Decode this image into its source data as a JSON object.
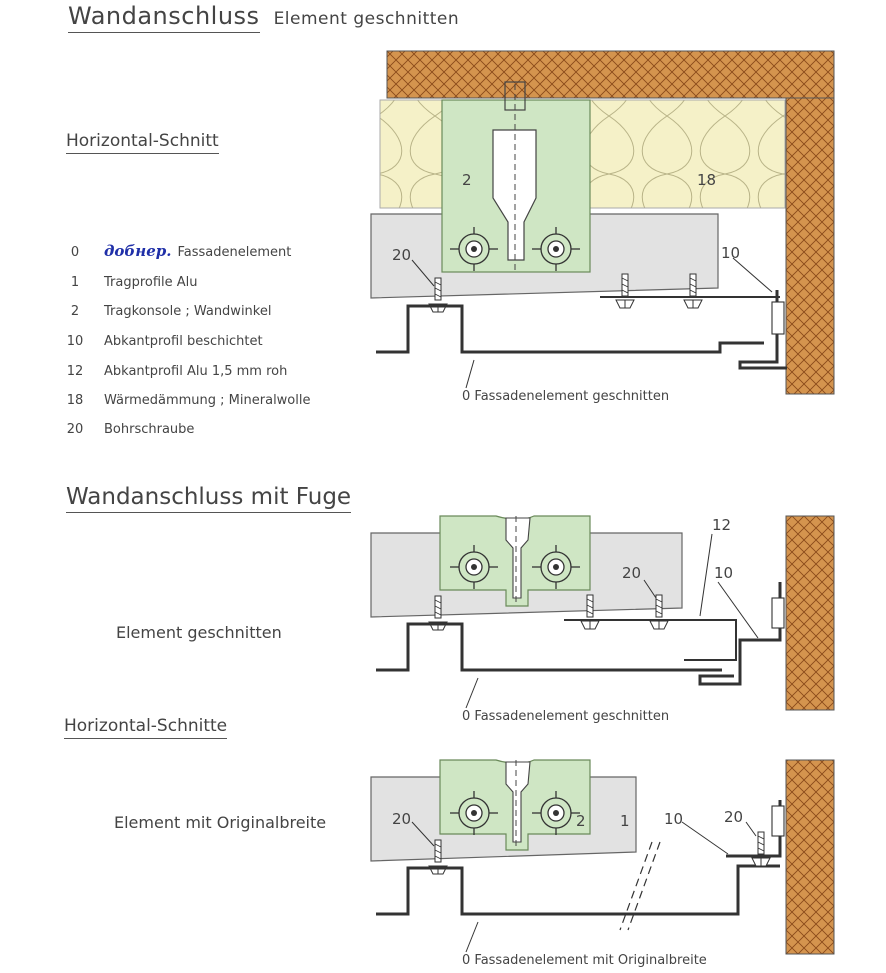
{
  "header": {
    "title": "Wandanschluss",
    "subtitle": "Element geschnitten"
  },
  "section1": {
    "heading": "Horizontal-Schnitt"
  },
  "legend": {
    "brand": "добнер.",
    "items": [
      {
        "num": "0",
        "label": "Fassadenelement"
      },
      {
        "num": "1",
        "label": "Tragprofile Alu"
      },
      {
        "num": "2",
        "label": "Tragkonsole ; Wandwinkel"
      },
      {
        "num": "10",
        "label": "Abkantprofil beschichtet"
      },
      {
        "num": "12",
        "label": "Abkantprofil Alu 1,5 mm roh"
      },
      {
        "num": "18",
        "label": "Wärmedämmung ; Mineralwolle"
      },
      {
        "num": "20",
        "label": "Bohrschraube"
      }
    ]
  },
  "section2": {
    "heading": "Wandanschluss mit Fuge",
    "caption": "Element geschnitten"
  },
  "section3": {
    "heading": "Horizontal-Schnitte",
    "caption": "Element mit Originalbreite"
  },
  "drawing1": {
    "labels": {
      "n2": "2",
      "n18": "18",
      "n20": "20",
      "n10": "10",
      "n0": "0 Fassadenelement geschnitten"
    }
  },
  "drawing2": {
    "labels": {
      "n12": "12",
      "n10": "10",
      "n20": "20",
      "n0": "0 Fassadenelement geschnitten"
    }
  },
  "drawing3": {
    "labels": {
      "n20a": "20",
      "n2": "2",
      "n1": "1",
      "n10": "10",
      "n20b": "20",
      "n0": "0 Fassadenelement mit Originalbreite"
    }
  },
  "colors": {
    "brick": "#d4944e",
    "hatch": "#8a4a1a",
    "insulation": "#f5f1c8",
    "bracket": "#cfe6c4",
    "panel": "#e2e2e2",
    "brand": "#1f2fa8"
  }
}
